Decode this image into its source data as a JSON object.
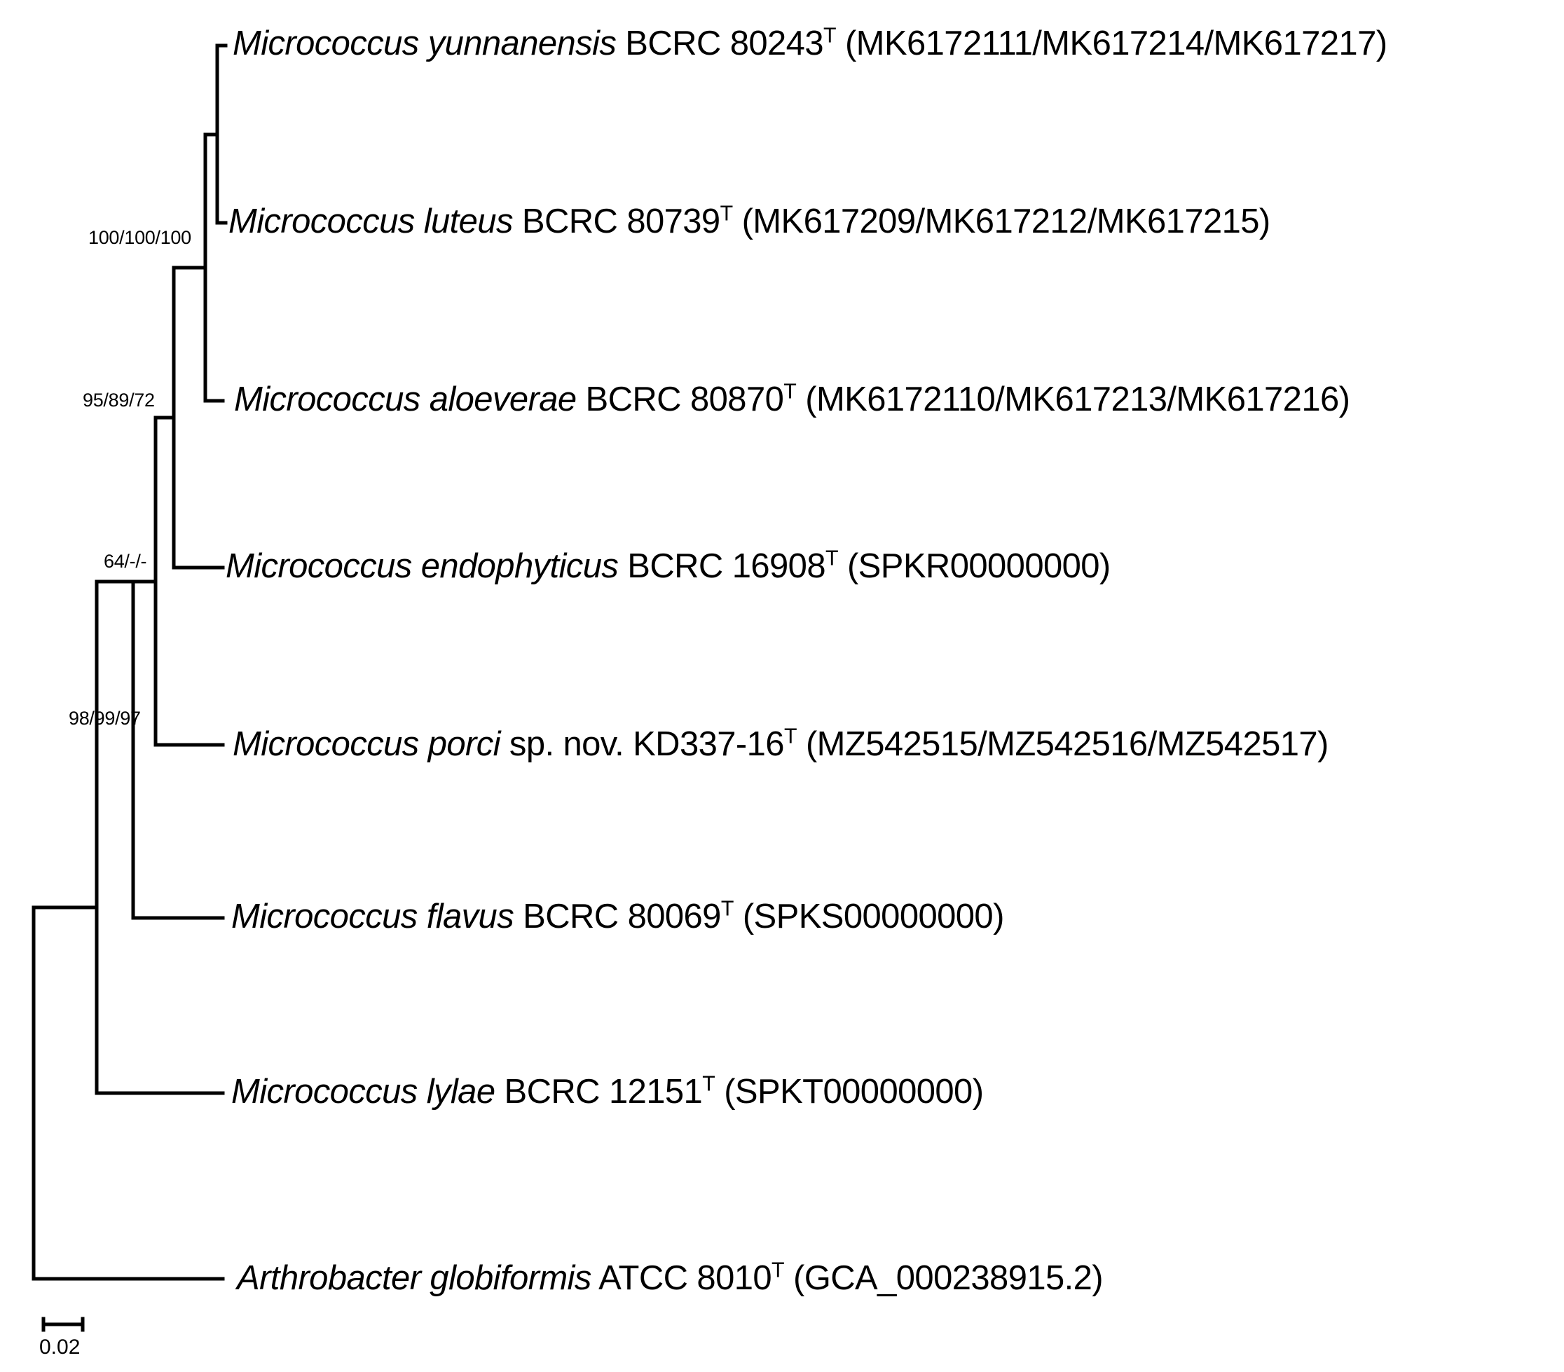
{
  "figure": {
    "type": "phylogenetic-tree",
    "layout": "rectangular-cladogram",
    "background_color": "#ffffff",
    "line_color": "#000000"
  },
  "taxa": [
    {
      "id": "m-yunnanensis",
      "genus_species": "Micrococcus yunnanensis",
      "strain": "BCRC 80243",
      "type_marker": "T",
      "accessions": "(MK6172111/MK617214/MK617217)"
    },
    {
      "id": "m-luteus",
      "genus_species": "Micrococcus luteus",
      "strain": "BCRC 80739",
      "type_marker": "T",
      "accessions": "(MK617209/MK617212/MK617215)"
    },
    {
      "id": "m-aloeverae",
      "genus_species": "Micrococcus aloeverae",
      "strain": "BCRC 80870",
      "type_marker": "T",
      "accessions": "(MK6172110/MK617213/MK617216)"
    },
    {
      "id": "m-endophyticus",
      "genus_species": "Micrococcus endophyticus",
      "strain": "BCRC 16908",
      "type_marker": "T",
      "accessions": "(SPKR00000000)"
    },
    {
      "id": "m-porci",
      "genus_species": "Micrococcus porci",
      "strain": "sp. nov. KD337-16",
      "type_marker": "T",
      "accessions": "(MZ542515/MZ542516/MZ542517)"
    },
    {
      "id": "m-flavus",
      "genus_species": "Micrococcus flavus",
      "strain": "BCRC 80069",
      "type_marker": "T",
      "accessions": "(SPKS00000000)"
    },
    {
      "id": "m-lylae",
      "genus_species": "Micrococcus lylae",
      "strain": "BCRC 12151",
      "type_marker": "T",
      "accessions": "(SPKT00000000)"
    },
    {
      "id": "a-globiformis",
      "genus_species": "Arthrobacter globiformis",
      "strain": "ATCC 8010",
      "type_marker": "T",
      "accessions": "(GCA_000238915.2)"
    }
  ],
  "support_labels": [
    {
      "id": "node-luteus-clade",
      "text": "100/100/100"
    },
    {
      "id": "node-aloeverae-clade",
      "text": "95/89/72"
    },
    {
      "id": "node-endophyticus-clade",
      "text": "64/-/-"
    },
    {
      "id": "node-micrococcus-clade",
      "text": "98/99/97"
    }
  ],
  "scale_bar": {
    "value": "0.02"
  }
}
